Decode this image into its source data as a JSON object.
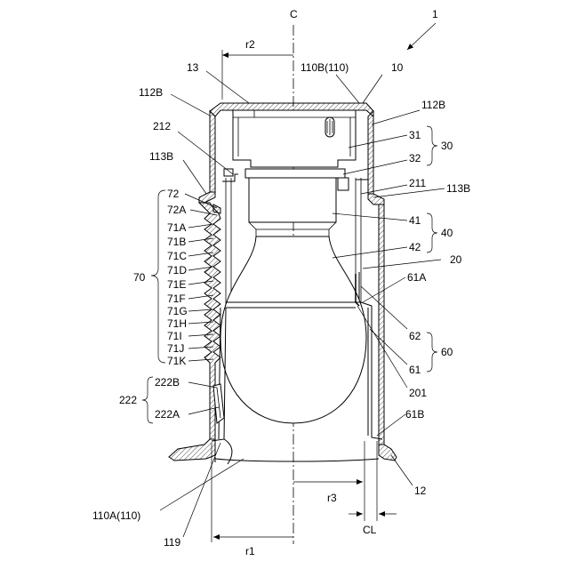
{
  "figure": {
    "number": "1",
    "axis_label": "C",
    "dimensions": {
      "r1": "r1",
      "r2": "r2",
      "r3": "r3",
      "cl": "CL"
    },
    "labels": {
      "l10": "10",
      "l13": "13",
      "l110b": "110B(110)",
      "l112b_left": "112B",
      "l112b_right": "112B",
      "l31": "31",
      "l30": "30",
      "l32": "32",
      "l212": "212",
      "l113b_left": "113B",
      "l113b_right": "113B",
      "l211": "211",
      "l72": "72",
      "l72a": "72A",
      "l71a": "71A",
      "l71b": "71B",
      "l71c": "71C",
      "l71d": "71D",
      "l71e": "71E",
      "l71f": "71F",
      "l71g": "71G",
      "l71h": "71H",
      "l71i": "71I",
      "l71j": "71J",
      "l71k": "71K",
      "l70": "70",
      "l41": "41",
      "l40": "40",
      "l42": "42",
      "l20": "20",
      "l61a": "61A",
      "l62": "62",
      "l60": "60",
      "l61": "61",
      "l201": "201",
      "l222b": "222B",
      "l222": "222",
      "l222a": "222A",
      "l61b": "61B",
      "l12": "12",
      "l110a": "110A(110)",
      "l119": "119"
    }
  }
}
